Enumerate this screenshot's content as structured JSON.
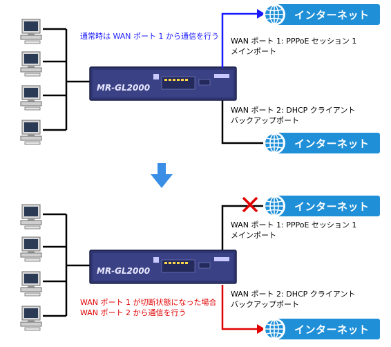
{
  "diagram": {
    "top": {
      "note": "通常時は WAN ポート 1 から通信を行う",
      "wan1": [
        "WAN ポート 1: PPPoE セッション 1",
        "メインポート"
      ],
      "wan2": [
        "WAN ポート 2: DHCP クライアント",
        "バックアップポート"
      ]
    },
    "bottom": {
      "note": [
        "WAN ポート 1 が切断状態になった場合",
        "WAN ポート 2 から通信を行う"
      ],
      "wan1": [
        "WAN ポート 1: PPPoE セッション 1",
        "メインポート"
      ],
      "wan2": [
        "WAN ポート 2: DHCP クライアント",
        "バックアップポート"
      ]
    },
    "internet_label": "インターネット",
    "router_model": "MR-GL2000",
    "colors": {
      "internet": "#1f8fd8",
      "active_blue": "#1a1aff",
      "active_red": "#e00000",
      "arrow": "#3a8ee6",
      "router": "#3a3f7a"
    }
  }
}
